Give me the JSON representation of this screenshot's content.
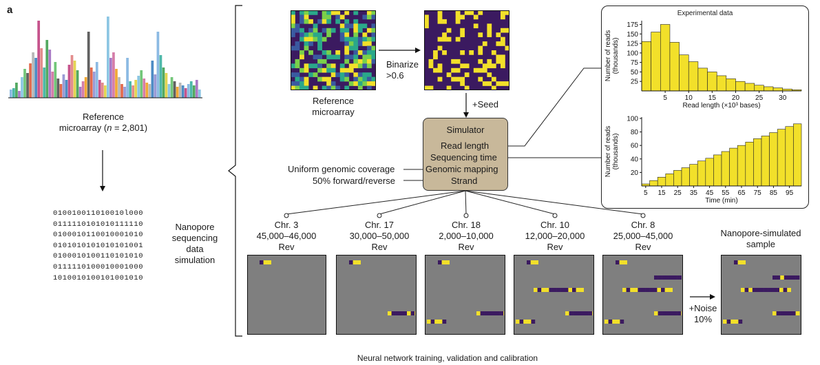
{
  "panel_label": "a",
  "reference": {
    "title_line1": "Reference",
    "title_line2_prefix": "microarray (",
    "title_n": "n",
    "title_line2_suffix": " = 2,801)",
    "bar_colors": [
      "#7fb3e0",
      "#3a7fbf",
      "#e05a3a",
      "#f0a020",
      "#63c06a",
      "#a06cc0",
      "#e0d040",
      "#3ab0a0",
      "#c04080",
      "#9090d0",
      "#b0b0b0",
      "#505050",
      "#d070a0",
      "#80c0e0",
      "#40a050",
      "#e08080"
    ]
  },
  "binary_rows": [
    "010010011010010l000",
    "0111110101010111110",
    "0100010110010001010",
    "0101010101010101001",
    "0100010100110101010",
    "0111110100010001000",
    "1010010100101001010"
  ],
  "left_label": [
    "Nanopore",
    "sequencing",
    "data",
    "simulation"
  ],
  "ref_microarray_label": [
    "Reference",
    "microarray"
  ],
  "binarize_label": [
    "Binarize",
    ">0.6"
  ],
  "seed_label": "+Seed",
  "simulator": {
    "title": "Simulator",
    "items": [
      "Read length",
      "Sequencing time",
      "Genomic mapping",
      "Strand"
    ]
  },
  "side_labels": [
    "Uniform genomic coverage",
    "50% forward/reverse"
  ],
  "chromosomes": [
    {
      "name": "Chr. 3",
      "range": "45,000–46,000",
      "strand": "Rev"
    },
    {
      "name": "Chr. 17",
      "range": "30,000–50,000",
      "strand": "Rev"
    },
    {
      "name": "Chr. 18",
      "range": "2,000–10,000",
      "strand": "Rev"
    },
    {
      "name": "Chr. 10",
      "range": "12,000–20,000",
      "strand": "Rev"
    },
    {
      "name": "Chr. 8",
      "range": "25,000–45,000",
      "strand": "Rev"
    }
  ],
  "noise_label": [
    "+Noise",
    "10%"
  ],
  "output_label": [
    "Nanopore-simulated",
    "sample"
  ],
  "footer": "Neural network training, validation and calibration",
  "colors": {
    "dark": "#3b1a60",
    "yellow": "#f2e02a",
    "teal": "#2aa88a",
    "blue": "#3a5aa0",
    "panel": "#7f7f7f",
    "sim_box": "#c8b89a"
  },
  "chart_data": [
    {
      "type": "bar",
      "title": "Experimental data",
      "xlabel": "Read length (×10³ bases)",
      "ylabel": "Number of reads (thousands)",
      "x_ticks": [
        "5",
        "10",
        "15",
        "20",
        "25",
        "30"
      ],
      "y_ticks": [
        "25",
        "50",
        "75",
        "100",
        "125",
        "150",
        "175"
      ],
      "ylim": [
        0,
        185
      ],
      "x": [
        0,
        2,
        4,
        6,
        8,
        10,
        12,
        14,
        16,
        18,
        20,
        22,
        24,
        26,
        28,
        30,
        32
      ],
      "values": [
        130,
        155,
        175,
        128,
        95,
        77,
        60,
        50,
        40,
        32,
        25,
        20,
        15,
        11,
        8,
        5,
        3
      ],
      "color": "#f2e02a"
    },
    {
      "type": "bar",
      "xlabel": "Time (min)",
      "ylabel": "Number of reads (thousands)",
      "x_ticks": [
        "5",
        "15",
        "25",
        "35",
        "45",
        "55",
        "65",
        "75",
        "85",
        "95"
      ],
      "y_ticks": [
        "20",
        "40",
        "60",
        "80",
        "100"
      ],
      "ylim": [
        0,
        102
      ],
      "x": [
        5,
        10,
        15,
        20,
        25,
        30,
        35,
        40,
        45,
        50,
        55,
        60,
        65,
        70,
        75,
        80,
        85,
        90,
        95,
        100
      ],
      "values": [
        3,
        8,
        13,
        18,
        23,
        27,
        32,
        37,
        41,
        46,
        51,
        56,
        60,
        65,
        70,
        74,
        79,
        84,
        88,
        92
      ],
      "color": "#f2e02a"
    }
  ]
}
